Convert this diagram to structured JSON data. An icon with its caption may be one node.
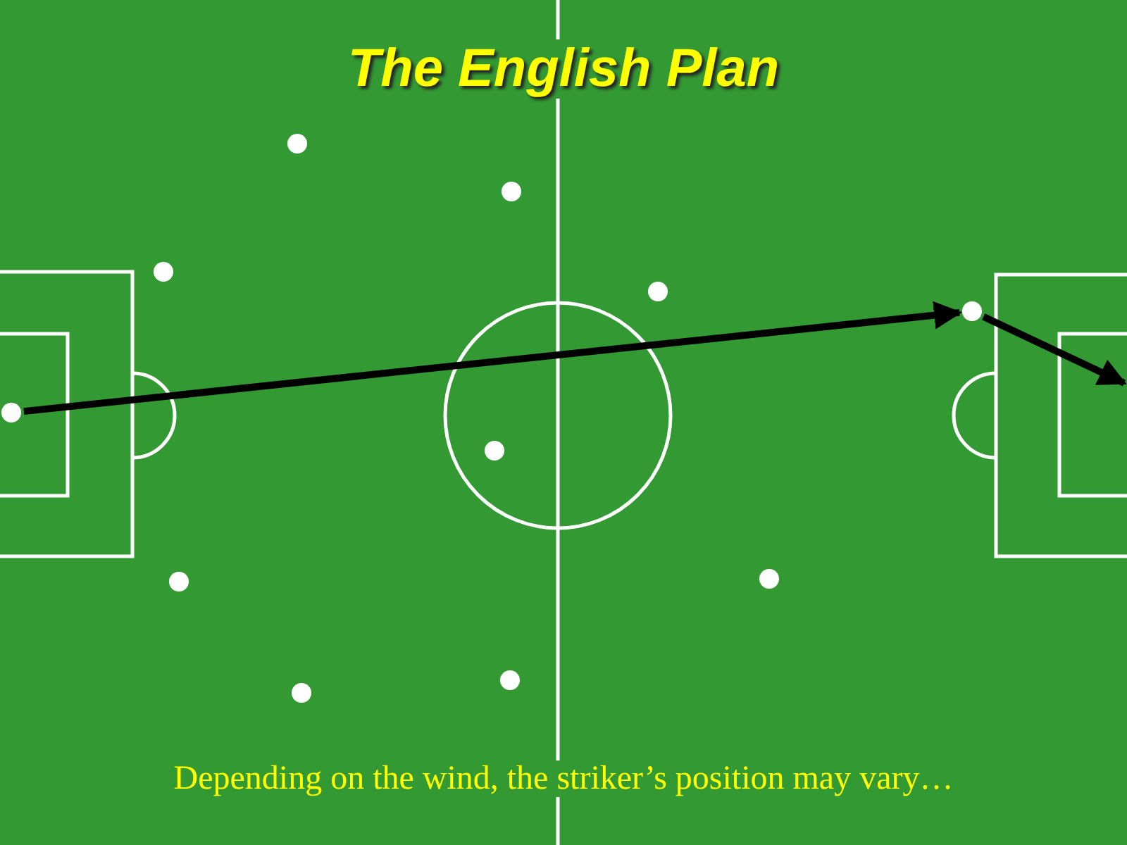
{
  "diagram": {
    "title": "The English Plan",
    "caption": "Depending on the wind, the striker’s position may vary…",
    "nodes": [
      {
        "text": [],
        "shape": "circle"
      },
      {
        "text": [],
        "shape": "circle"
      },
      {
        "text": [],
        "shape": "circle"
      },
      {
        "text": [],
        "shape": "circle"
      },
      {
        "text": [],
        "shape": "circle"
      },
      {
        "text": [],
        "shape": "circle"
      },
      {
        "text": [],
        "shape": "circle"
      },
      {
        "text": [],
        "shape": "circle"
      },
      {
        "text": [],
        "shape": "circle"
      },
      {
        "text": [],
        "shape": "circle"
      },
      {
        "text": [],
        "shape": "circle"
      }
    ],
    "edges": [
      {
        "from": 0,
        "to": 10,
        "arrow": "to"
      },
      {
        "from": 10,
        "to": null,
        "arrow": "to"
      }
    ]
  }
}
